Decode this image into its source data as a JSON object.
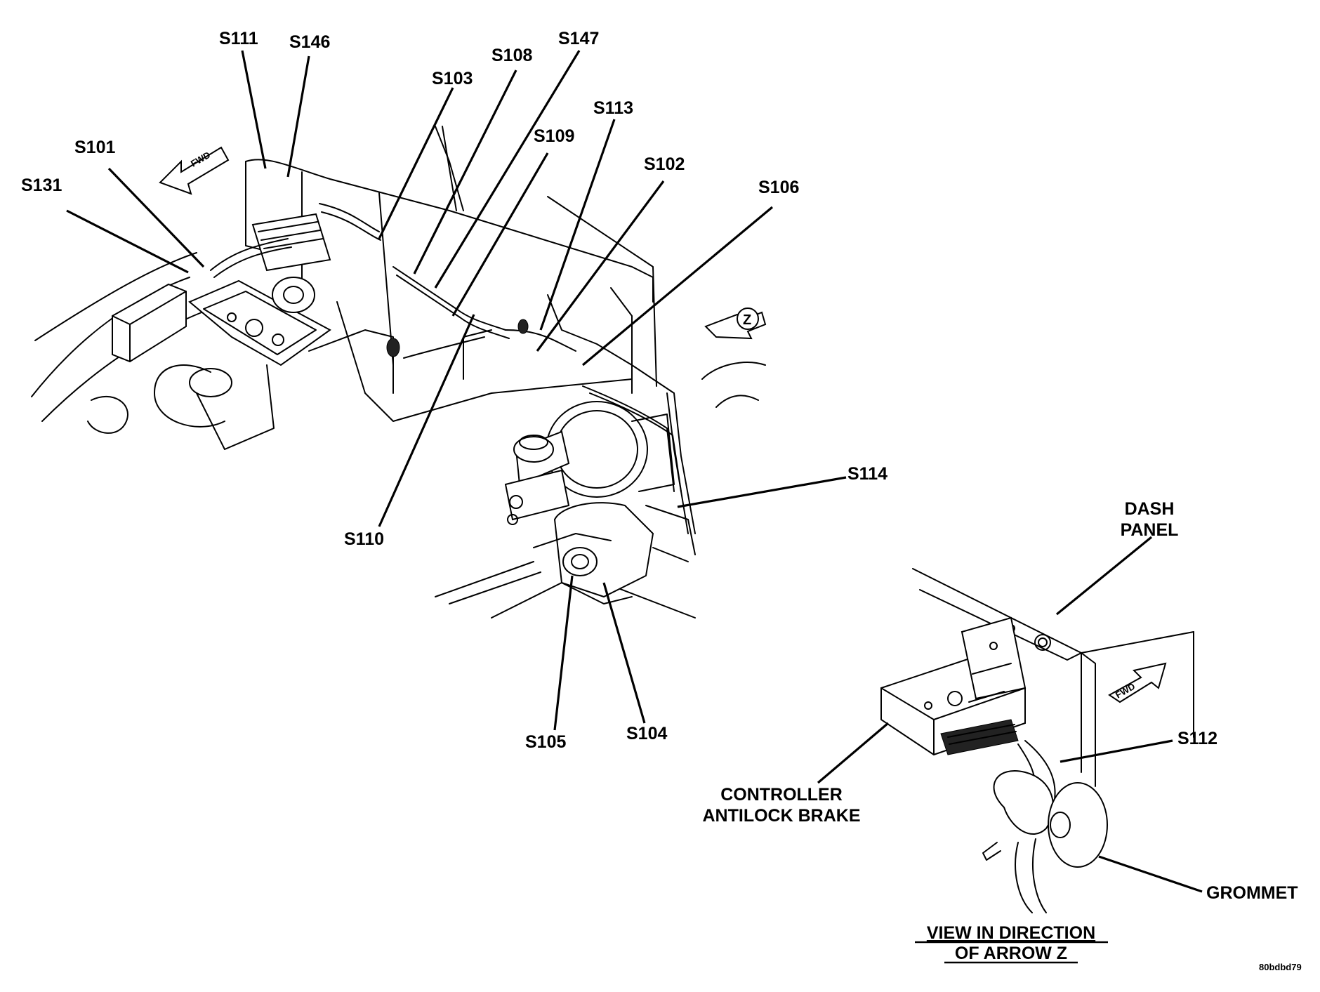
{
  "diagram": {
    "splice_labels": {
      "s111": "S111",
      "s146": "S146",
      "s108": "S108",
      "s147": "S147",
      "s103": "S103",
      "s113": "S113",
      "s101": "S101",
      "s109": "S109",
      "s102": "S102",
      "s131": "S131",
      "s106": "S106",
      "s114": "S114",
      "s110": "S110",
      "s105": "S105",
      "s104": "S104",
      "s112": "S112"
    },
    "component_labels": {
      "dash_panel_line1": "DASH",
      "dash_panel_line2": "PANEL",
      "controller_line1": "CONTROLLER",
      "controller_line2": "ANTILOCK BRAKE",
      "grommet": "GROMMET"
    },
    "view_caption": {
      "line1": "VIEW IN DIRECTION",
      "line2": "OF ARROW Z"
    },
    "arrows": {
      "fwd_main": "FWD",
      "fwd_detail": "FWD",
      "view_arrow": "Z"
    },
    "figure_code": "80bdbd79"
  }
}
